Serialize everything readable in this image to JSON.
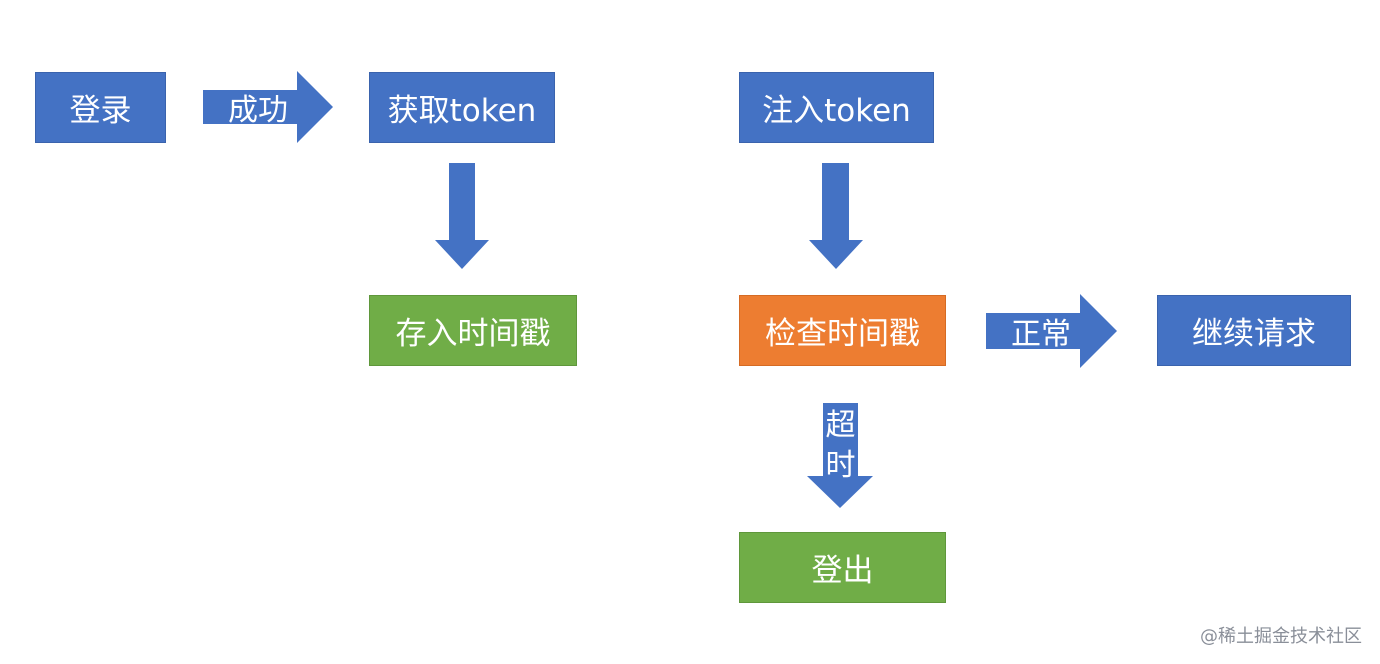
{
  "colors": {
    "blue": "#4472c4",
    "green": "#70ad47",
    "orange": "#ed7d31",
    "text": "#ffffff"
  },
  "nodes": {
    "login": "登录",
    "get_token": "获取token",
    "store_timestamp": "存入时间戳",
    "inject_token": "注入token",
    "check_timestamp": "检查时间戳",
    "continue_request": "继续请求",
    "logout": "登出"
  },
  "edges": {
    "success": "成功",
    "normal": "正常",
    "timeout_1": "超",
    "timeout_2": "时"
  },
  "watermark": "@稀土掘金技术社区"
}
